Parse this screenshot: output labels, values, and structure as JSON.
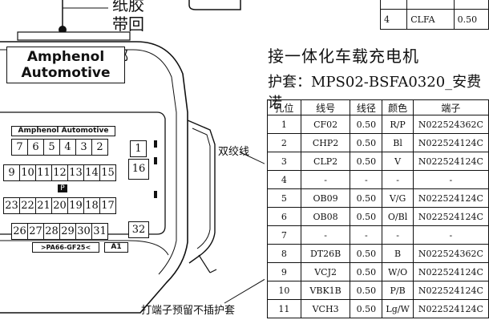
{
  "top_note": {
    "line1": "纸胶",
    "line2": "带回",
    "line3": "绑"
  },
  "brand": {
    "line1": "Amphenol",
    "line2": "Automotive"
  },
  "face": {
    "label": "Amphenol Automotive",
    "row1": [
      "7",
      "6",
      "5",
      "4",
      "3",
      "2"
    ],
    "row1_single": "1",
    "row2": [
      "9",
      "10",
      "11",
      "12",
      "13",
      "14",
      "15"
    ],
    "row2_single": "16",
    "center_mark": "P",
    "row3": [
      "23",
      "22",
      "21",
      "20",
      "19",
      "18",
      "17"
    ],
    "row4": [
      "26",
      "27",
      "28",
      "29",
      "30",
      "31"
    ],
    "row4_single": "32",
    "part_label": ">PA66-GF25<",
    "position_label": "A1"
  },
  "annotations": {
    "twisted_pair": "双绞线",
    "terminal_note": "打端子预留不插护套"
  },
  "top_table": {
    "row_no": "4",
    "row_code": "CLFA",
    "row_val": "0.50"
  },
  "heading": {
    "title": "接一体化车载充电机",
    "subtitle": "护套：MPS02-BSFA0320_安费诺"
  },
  "table": {
    "headers": [
      "孔位",
      "线号",
      "线径",
      "颜色",
      "端子"
    ],
    "rows": [
      [
        "1",
        "CF02",
        "0.50",
        "R/P",
        "N022524362C"
      ],
      [
        "2",
        "CHP2",
        "0.50",
        "Bl",
        "N022524124C"
      ],
      [
        "3",
        "CLP2",
        "0.50",
        "V",
        "N022524124C"
      ],
      [
        "4",
        "-",
        "-",
        "-",
        "-"
      ],
      [
        "5",
        "OB09",
        "0.50",
        "V/G",
        "N022524124C"
      ],
      [
        "6",
        "OB08",
        "0.50",
        "O/Bl",
        "N022524124C"
      ],
      [
        "7",
        "-",
        "-",
        "-",
        "-"
      ],
      [
        "8",
        "DT26B",
        "0.50",
        "B",
        "N022524362C"
      ],
      [
        "9",
        "VCJ2",
        "0.50",
        "W/O",
        "N022524124C"
      ],
      [
        "10",
        "VBK1B",
        "0.50",
        "P/B",
        "N022524124C"
      ],
      [
        "11",
        "VCH3",
        "0.50",
        "Lg/W",
        "N022524124C"
      ]
    ]
  }
}
